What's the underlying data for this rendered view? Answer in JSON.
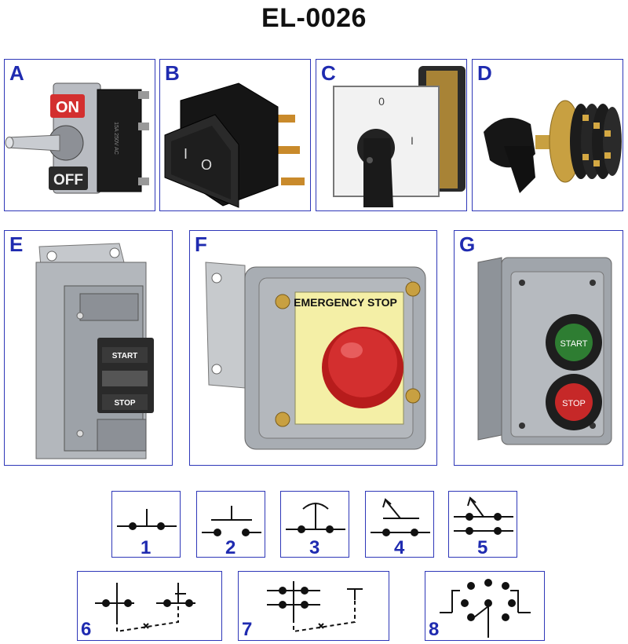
{
  "title": "EL-0026",
  "panels": [
    {
      "letter": "A",
      "toggle_on": "ON",
      "toggle_off": "OFF",
      "rating": "15A 250V AC"
    },
    {
      "letter": "B",
      "rocker_on": "I",
      "rocker_off": "O"
    },
    {
      "letter": "C",
      "dial_zero": "0",
      "dial_one": "I"
    },
    {
      "letter": "D"
    },
    {
      "letter": "E",
      "start": "START",
      "stop": "STOP"
    },
    {
      "letter": "F",
      "sign": "EMERGENCY STOP"
    },
    {
      "letter": "G",
      "start": "START",
      "stop": "STOP"
    }
  ],
  "symbols": [
    "1",
    "2",
    "3",
    "4",
    "5",
    "6",
    "7",
    "8"
  ],
  "colors": {
    "frame": "#2e37b8",
    "label": "#1f2bb0",
    "red": "#c62828",
    "green": "#2e7d32"
  }
}
